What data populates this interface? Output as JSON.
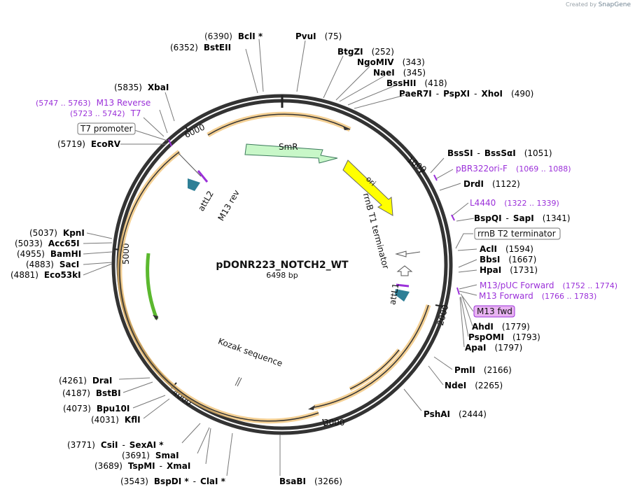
{
  "credit": {
    "prefix": "Created by",
    "brand": "SnapGene"
  },
  "plasmid": {
    "name": "pDONR223_NOTCH2_WT",
    "size": "6498 bp"
  },
  "colors": {
    "feature_purple": "#9b30d9",
    "cds_orange": "#f0b44c",
    "smr_green": "#c8f7c8",
    "ori_yellow": "#ffff00",
    "att_teal": "#2e7f96",
    "backbone": "#333333"
  },
  "ruler": [
    "1000",
    "2000",
    "3000",
    "4000",
    "5000",
    "6000"
  ],
  "sites": [
    {
      "name": "BclI *",
      "pos": "(6390)"
    },
    {
      "name": "BstEII",
      "pos": "(6352)"
    },
    {
      "name": "PvuI",
      "pos": "(75)"
    },
    {
      "name": "BtgZI",
      "pos": "(252)"
    },
    {
      "name": "NgoMIV",
      "pos": "(343)"
    },
    {
      "name": "NaeI",
      "pos": "(345)"
    },
    {
      "name": "BssHII",
      "pos": "(418)"
    },
    {
      "name": "PaeR7I",
      "name2": "PspXI",
      "name3": "XhoI",
      "pos": "(490)"
    },
    {
      "name": "XbaI",
      "pos": "(5835)"
    },
    {
      "name": "EcoRV",
      "pos": "(5719)"
    },
    {
      "name": "BssSI",
      "name2": "BssSαI",
      "pos": "(1051)"
    },
    {
      "name": "DrdI",
      "pos": "(1122)"
    },
    {
      "name": "BspQI",
      "name2": "SapI",
      "pos": "(1341)"
    },
    {
      "name": "AclI",
      "pos": "(1594)"
    },
    {
      "name": "BbsI",
      "pos": "(1667)"
    },
    {
      "name": "HpaI",
      "pos": "(1731)"
    },
    {
      "name": "AhdI",
      "pos": "(1779)"
    },
    {
      "name": "PspOMI",
      "pos": "(1793)"
    },
    {
      "name": "ApaI",
      "pos": "(1797)"
    },
    {
      "name": "PmlI",
      "pos": "(2166)"
    },
    {
      "name": "NdeI",
      "pos": "(2265)"
    },
    {
      "name": "PshAI",
      "pos": "(2444)"
    },
    {
      "name": "BsaBI",
      "pos": "(3266)"
    },
    {
      "name": "BspDI *",
      "name2": "ClaI *",
      "pos": "(3543)"
    },
    {
      "name": "TspMI",
      "name2": "XmaI",
      "pos": "(3689)"
    },
    {
      "name": "SmaI",
      "pos": "(3691)"
    },
    {
      "name": "CsiI",
      "name2": "SexAI *",
      "pos": "(3771)"
    },
    {
      "name": "KflI",
      "pos": "(4031)"
    },
    {
      "name": "Bpu10I",
      "pos": "(4073)"
    },
    {
      "name": "BstBI",
      "pos": "(4187)"
    },
    {
      "name": "DraI",
      "pos": "(4261)"
    },
    {
      "name": "KpnI",
      "pos": "(5037)"
    },
    {
      "name": "Acc65I",
      "pos": "(5033)"
    },
    {
      "name": "BamHI",
      "pos": "(4955)"
    },
    {
      "name": "SacI",
      "pos": "(4883)"
    },
    {
      "name": "Eco53kI",
      "pos": "(4881)"
    }
  ],
  "primers": [
    {
      "name": "M13 Reverse",
      "range": "(5747 .. 5763)"
    },
    {
      "name": "T7",
      "range": "(5723 .. 5742)"
    },
    {
      "name": "pBR322ori-F",
      "range": "(1069 .. 1088)"
    },
    {
      "name": "L4440",
      "range": "(1322 .. 1339)"
    },
    {
      "name": "M13/pUC Forward",
      "range": "(1752 .. 1774)"
    },
    {
      "name": "M13 Forward",
      "range": "(1766 .. 1783)"
    }
  ],
  "boxed_labels": {
    "t7_promoter": "T7 promoter",
    "rrnb_t2": "rrnB T2 terminator",
    "m13_fwd": "M13 fwd"
  },
  "feature_labels": {
    "smr": "SmR",
    "ori": "ori",
    "rrnb_t1": "rrnB T1 terminator",
    "attl1": "attL1",
    "attl2": "attL2",
    "m13_rev": "M13 rev",
    "kozak": "Kozak sequence"
  }
}
